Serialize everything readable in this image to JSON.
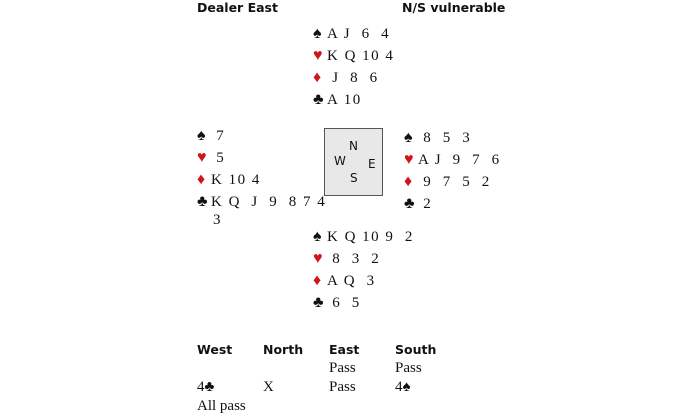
{
  "header": {
    "dealer": "Dealer East",
    "vulnerability": "N/S vulnerable"
  },
  "colors": {
    "red": "#d0141a",
    "black": "#111111",
    "compass_bg": "#e8e8e8"
  },
  "hands": {
    "north": {
      "spades": "A J  6  4",
      "hearts": "K Q 10 4",
      "diamonds": " J  8  6",
      "clubs": "A 10"
    },
    "west": {
      "spades": " 7",
      "hearts": " 5",
      "diamonds": "K 10 4",
      "clubs": "K Q  J  9  8 7 4",
      "clubs_wrap": "3"
    },
    "east": {
      "spades": " 8  5  3",
      "hearts": "A J  9  7  6",
      "diamonds": " 9  7  5  2",
      "clubs": " 2"
    },
    "south": {
      "spades": "K Q 10 9  2",
      "hearts": " 8  3  2",
      "diamonds": "A Q  3",
      "clubs": " 6  5"
    }
  },
  "suits": {
    "spades": "♠",
    "hearts": "♥",
    "diamonds": "♦",
    "clubs": "♣"
  },
  "compass": {
    "n": "N",
    "e": "E",
    "s": "S",
    "w": "W"
  },
  "auction": {
    "headers": [
      "West",
      "North",
      "East",
      "South"
    ],
    "rows": [
      [
        "",
        "",
        "Pass",
        "Pass"
      ],
      [
        "4♣",
        "X",
        "Pass",
        "4♠"
      ],
      [
        "All pass",
        "",
        "",
        ""
      ]
    ]
  }
}
